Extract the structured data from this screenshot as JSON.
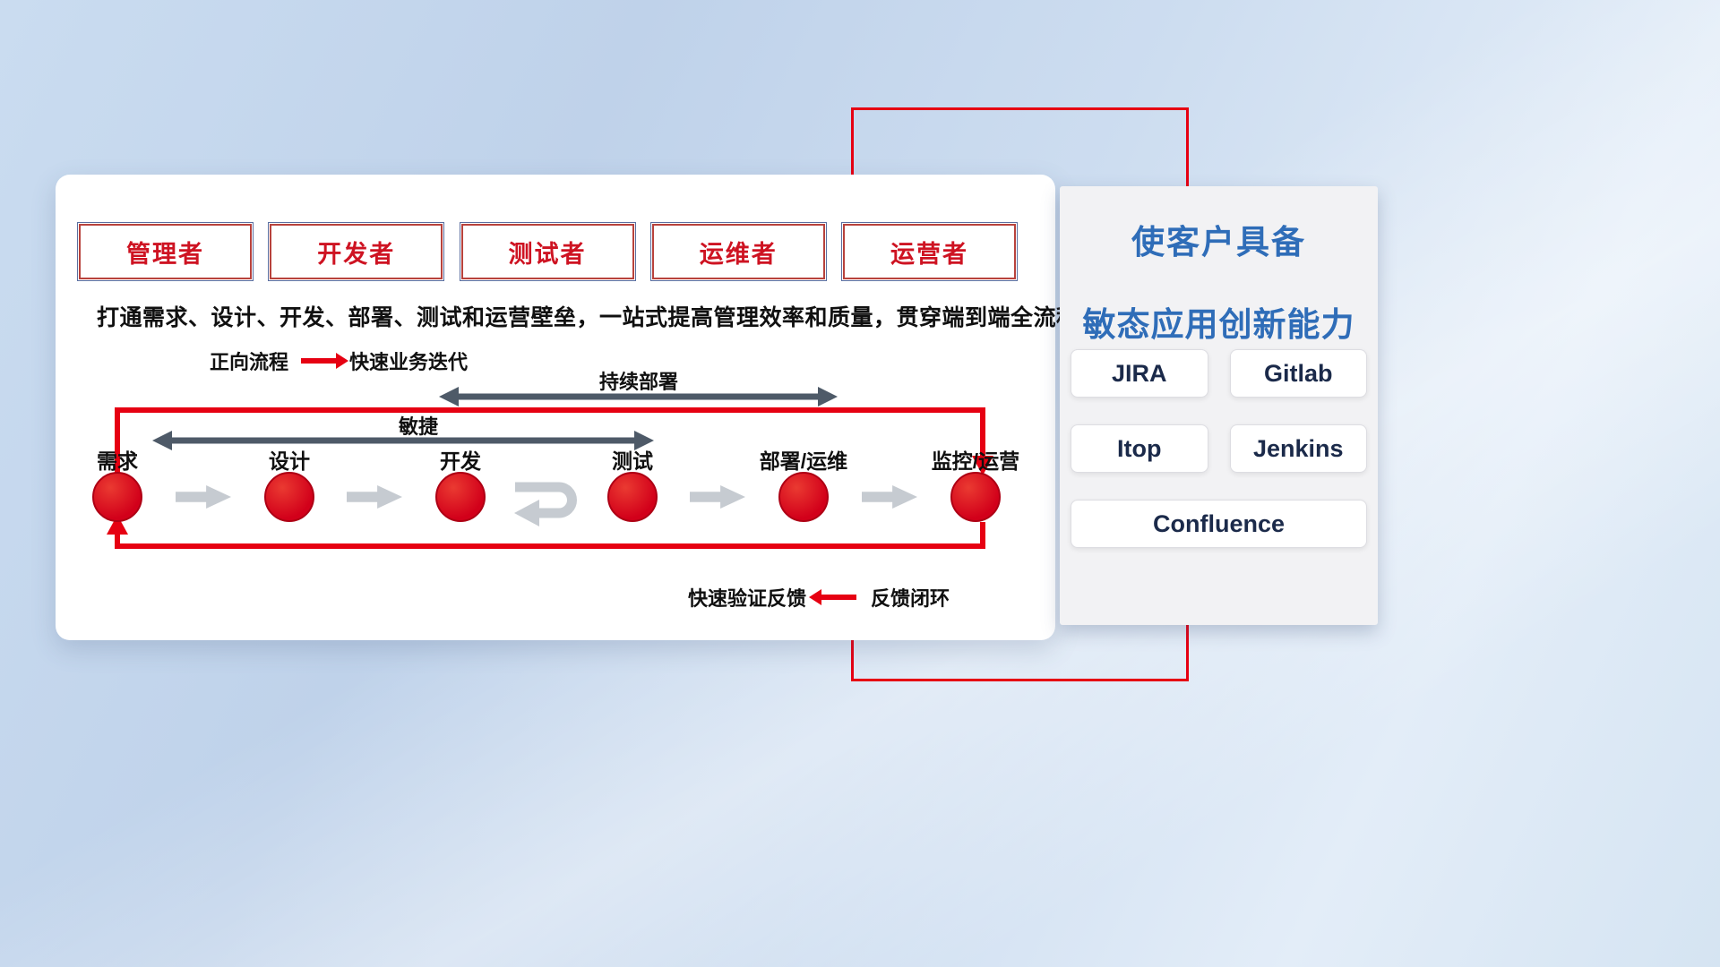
{
  "roles": [
    "管理者",
    "开发者",
    "测试者",
    "运维者",
    "运营者"
  ],
  "subtitle": "打通需求、设计、开发、部署、测试和运营壁垒，一站式提高管理效率和质量，贯穿端到端全流程",
  "forward_legend": {
    "label": "正向流程",
    "desc": "快速业务迭代"
  },
  "feedback_legend": {
    "label": "快速验证反馈",
    "desc": "反馈闭环"
  },
  "span_arrows": {
    "deploy": "持续部署",
    "agile": "敏捷"
  },
  "steps": [
    "需求",
    "设计",
    "开发",
    "测试",
    "部署/运维",
    "监控/运营"
  ],
  "panel": {
    "title_line1": "使客户具备",
    "title_line2": "敏态应用创新能力",
    "tools": [
      "JIRA",
      "Gitlab",
      "Itop",
      "Jenkins",
      "Confluence"
    ]
  },
  "colors": {
    "accent_red": "#e60012",
    "title_blue": "#2f6db8",
    "flow_gray": "#c6cbd1",
    "span_arrow_gray": "#4e5a68"
  }
}
